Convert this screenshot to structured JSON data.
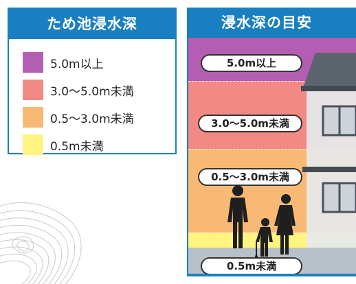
{
  "legend": {
    "title": "ため池浸水深",
    "items": [
      {
        "label": "5.0m以上",
        "color": "#b35db3"
      },
      {
        "label": "3.0〜5.0m未満",
        "color": "#f38984"
      },
      {
        "label": "0.5〜3.0m未満",
        "color": "#f7b973"
      },
      {
        "label": "0.5m未満",
        "color": "#fff480"
      }
    ]
  },
  "guide": {
    "title": "浸水深の目安",
    "levels": [
      {
        "label": "5.0m以上",
        "color": "#b35db3"
      },
      {
        "label": "3.0〜5.0m未満",
        "color": "#f38984"
      },
      {
        "label": "0.5〜3.0m未満",
        "color": "#f7b973"
      },
      {
        "label": "0.5m未満",
        "color": "#fff480"
      }
    ]
  },
  "colors": {
    "panel_blue": "#1a7fc1",
    "ground": "#b8c0c8",
    "figure": "#1f1f1f"
  }
}
